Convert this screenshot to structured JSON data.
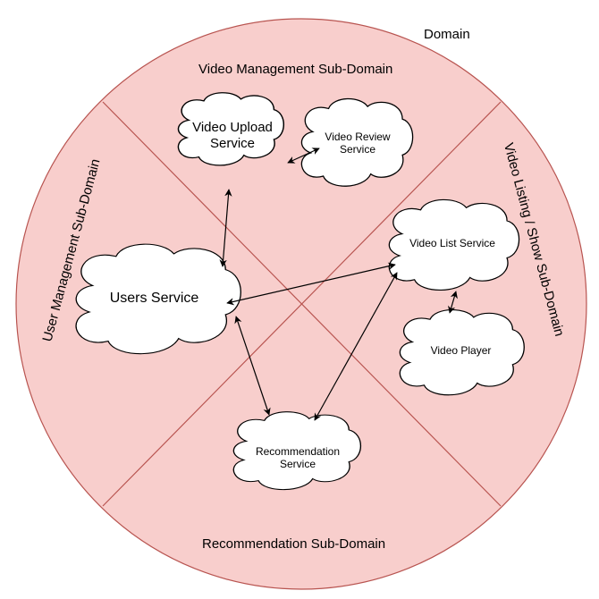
{
  "diagram": {
    "title": "Domain",
    "colors": {
      "domain_fill": "#f8cecc",
      "domain_stroke": "#b85450",
      "cloud_fill": "#ffffff",
      "cloud_stroke": "#000000",
      "arrow": "#000000"
    },
    "subdomains": [
      {
        "id": "video-management",
        "label": "Video Management Sub-Domain",
        "position": "top"
      },
      {
        "id": "user-management",
        "label": "User Management Sub-Domain",
        "position": "left"
      },
      {
        "id": "video-listing",
        "label": "Video Listing / Show Sub-Domain",
        "position": "right"
      },
      {
        "id": "recommendation",
        "label": "Recommendation Sub-Domain",
        "position": "bottom"
      }
    ],
    "services": [
      {
        "id": "video-upload",
        "label_line1": "Video Upload",
        "label_line2": "Service",
        "subdomain": "video-management"
      },
      {
        "id": "video-review",
        "label_line1": "Video Review",
        "label_line2": "Service",
        "subdomain": "video-management"
      },
      {
        "id": "users",
        "label_line1": "Users Service",
        "label_line2": "",
        "subdomain": "user-management"
      },
      {
        "id": "video-list",
        "label_line1": "Video List Service",
        "label_line2": "",
        "subdomain": "video-listing"
      },
      {
        "id": "video-player",
        "label_line1": "Video Player",
        "label_line2": "",
        "subdomain": "video-listing"
      },
      {
        "id": "recommendation",
        "label_line1": "Recommendation",
        "label_line2": "Service",
        "subdomain": "recommendation"
      }
    ],
    "connections": [
      {
        "from": "video-upload",
        "to": "video-review",
        "bidirectional": true
      },
      {
        "from": "video-upload",
        "to": "users",
        "bidirectional": true
      },
      {
        "from": "users",
        "to": "video-list",
        "bidirectional": true
      },
      {
        "from": "users",
        "to": "recommendation",
        "bidirectional": true
      },
      {
        "from": "recommendation",
        "to": "video-list",
        "bidirectional": true
      },
      {
        "from": "video-list",
        "to": "video-player",
        "bidirectional": true
      }
    ]
  }
}
